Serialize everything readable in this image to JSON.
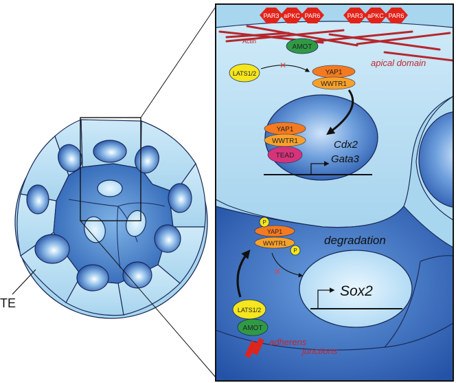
{
  "colors": {
    "cytoplasm_light": "#bfe2f4",
    "cytoplasm_mid": "#a6d4ee",
    "icm_dark": "#2a5fb0",
    "nucleus_dark": "#1f4fa6",
    "par_red": "#e2231a",
    "amot_green": "#2f9a44",
    "yap_orange": "#f47a20",
    "wwtr_orange": "#f7a12b",
    "tead_magenta": "#d6337a",
    "lats_yellow": "#f5e61e",
    "actin_red": "#b5272d",
    "inhibit_red": "#e5403a",
    "outline": "#1a2a5a"
  },
  "labels": {
    "te": "TE",
    "actin": "Actin",
    "apical_domain": "apical domain",
    "degradation": "degradation",
    "adherens_line1": "adherens",
    "adherens_line2": "junctions",
    "inhibit_mark": "×"
  },
  "proteins": {
    "par3": "PAR3",
    "apkc": "aPKC",
    "par6": "PAR6",
    "amot": "AMOT",
    "lats": "LATS1/2",
    "yap1": "YAP1",
    "wwtr1": "WWTR1",
    "tead": "TEAD",
    "phospho": "P"
  },
  "genes": {
    "cdx2": "Cdx2",
    "gata3": "Gata3",
    "sox2": "Sox2"
  }
}
